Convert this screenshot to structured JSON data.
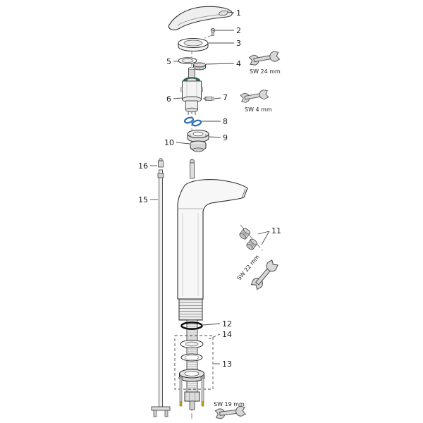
{
  "diagram": {
    "parts": {
      "p1": "1",
      "p2": "2",
      "p3": "3",
      "p4": "4",
      "p5": "5",
      "p6": "6",
      "p7": "7",
      "p8": "8",
      "p9": "9",
      "p10": "10",
      "p11": "11",
      "p12": "12",
      "p13": "13",
      "p14": "14",
      "p15": "15",
      "p16": "16"
    },
    "wrenches": {
      "sw24": "SW 24 mm",
      "sw4": "SW 4 mm",
      "sw22": "SW 22 mm",
      "sw19": "SW 19 mm"
    },
    "colors": {
      "line": "#2e2e2e",
      "cartridge_green": "#1f7a5a",
      "seal_blue": "#2f6fb2",
      "brass": "#c9a227",
      "metal_light": "#ececec",
      "metal_mid": "#cfcfcf"
    }
  }
}
